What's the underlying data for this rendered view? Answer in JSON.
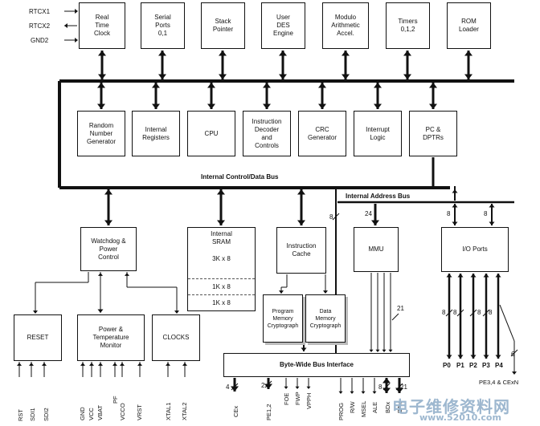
{
  "pins_left": {
    "rtcx1": "RTCX1",
    "rtcx2": "RTCX2",
    "gnd2": "GND2"
  },
  "top_blocks": {
    "rtc": "Real\nTime\nClock",
    "serial": "Serial\nPorts\n0,1",
    "stack": "Stack\nPointer",
    "des": "User\nDES\nEngine",
    "modulo": "Modulo\nArithmetic\nAccel.",
    "timers": "Timers\n0,1,2",
    "rom": "ROM\nLoader"
  },
  "mid_blocks": {
    "rng": "Random\nNumber\nGenerator",
    "internal_registers": "Internal\nRegisters",
    "cpu": "CPU",
    "decoder": "Instruction\nDecoder\nand\nControls",
    "crc": "CRC\nGenerator",
    "interrupt": "Interrupt\nLogic",
    "pc": "PC &\nDPTRs"
  },
  "bus_labels": {
    "internal_bus": "Internal Control/Data Bus",
    "address_bus": "Internal Address Bus",
    "byte_wide": "Byte-Wide Bus Interface"
  },
  "lower_blocks": {
    "watchdog": "Watchdog &\nPower\nControl",
    "sram_title": "Internal\nSRAM",
    "sram_size": "3K x 8",
    "sram_row1": "1K x 8",
    "sram_row2": "1K x 8",
    "cache": "Instruction\nCache",
    "mmu": "MMU",
    "io": "I/O Ports",
    "reset": "RESET",
    "power": "Power &\nTemperature\nMonitor",
    "clocks": "CLOCKS",
    "prog_crypt": "Program\nMemory\nCryptograph",
    "data_crypt": "Data\nMemory\nCryptograph"
  },
  "bus_widths": {
    "w8a": "8",
    "w24": "24",
    "w8b": "8",
    "w8c": "8",
    "w21a": "21",
    "w8d": "8",
    "w8e": "8",
    "w8f": "8",
    "w8g": "8",
    "w6": "6",
    "w4": "4",
    "w2": "2",
    "w8h": "8",
    "w21b": "21"
  },
  "ports": {
    "p0": "P0",
    "p1": "P1",
    "p2": "P2",
    "p3": "P3",
    "p4": "P4",
    "pe": "PE3,4 & CExN"
  },
  "bottom_pins": {
    "rst": "RST",
    "sdi1": "SDI1",
    "sdi2": "SDI2",
    "gnd": "GND",
    "vcc": "VCC",
    "vbat": "VBAT",
    "pf": "PF",
    "vcco": "VCCO",
    "vrst": "VRST",
    "xtal1": "XTAL1",
    "xtal2": "XTAL2",
    "cex": "CEx",
    "pe12": "PE1,2",
    "foe": "FOE",
    "fwp": "FWP",
    "vpph": "VPPH",
    "prog": "PROG",
    "rw": "R/W",
    "msel": "MSEL",
    "ale": "ALE",
    "bd": "BDx",
    "ba": "BAx"
  },
  "watermark": {
    "text": "电子维修资料网",
    "url": "www.52010.com"
  }
}
